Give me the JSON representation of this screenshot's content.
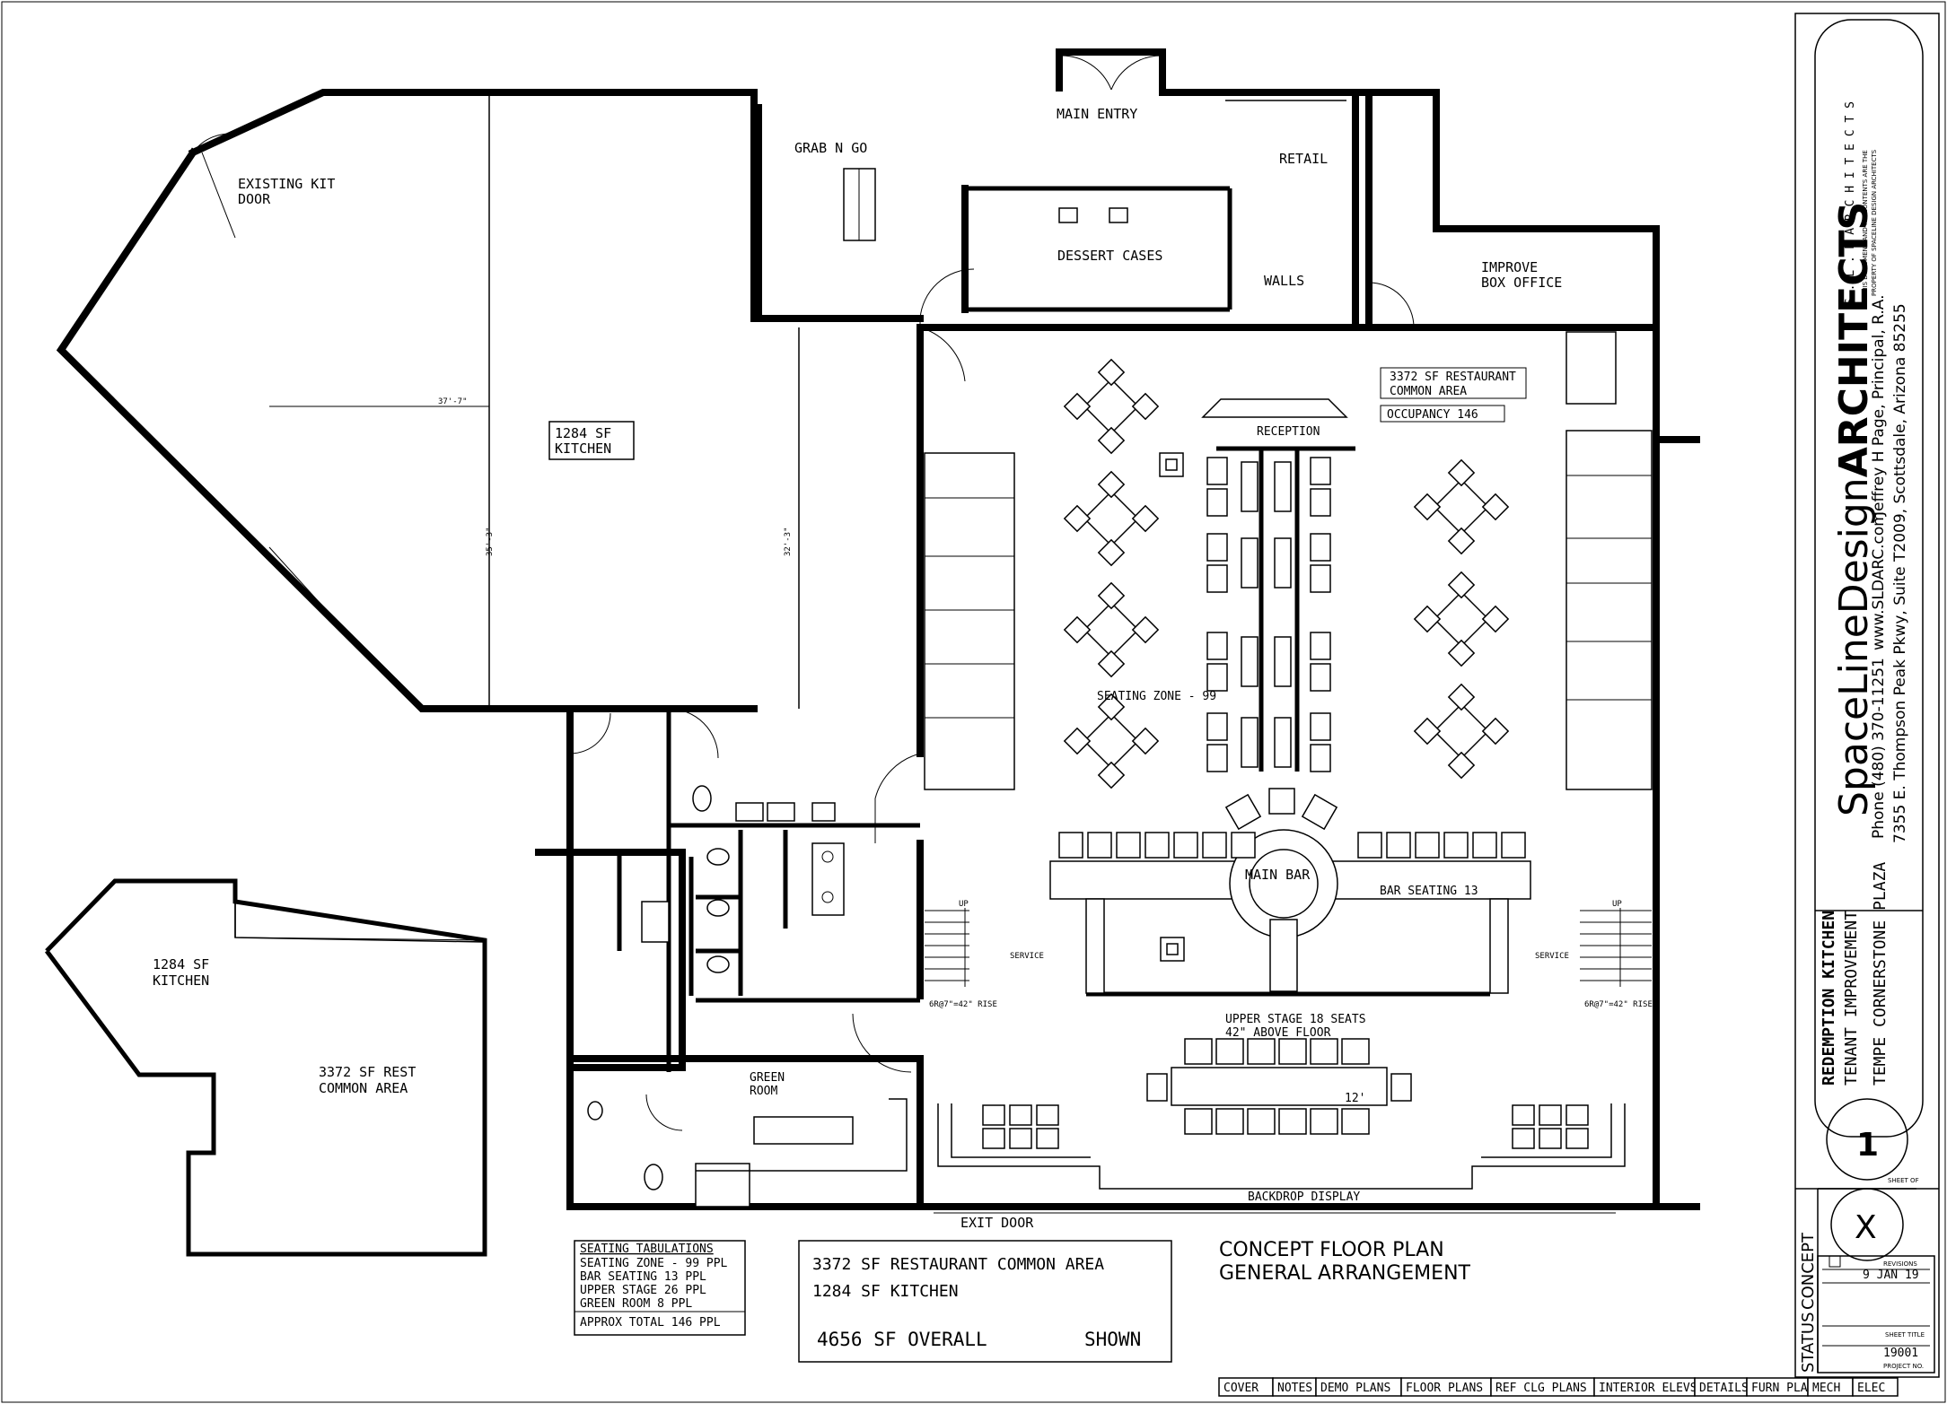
{
  "labels": {
    "main_entry": "MAIN ENTRY",
    "grab_n_go": "GRAB N GO",
    "retail": "RETAIL",
    "dessert_cases": "DESSERT CASES",
    "walls": "WALLS",
    "improve_1": "IMPROVE",
    "improve_2": "BOX OFFICE",
    "existing_kit_1": "EXISTING KIT",
    "existing_kit_2": "DOOR",
    "kitchen_1": "1284 SF",
    "kitchen_2": "KITCHEN",
    "dim_width": "37'-7\"",
    "dim_h1": "35'-3\"",
    "dim_h2": "32'-3\"",
    "rest_area_1": "3372 SF RESTAURANT",
    "rest_area_2": "COMMON AREA",
    "occupancy": "OCCUPANCY  146",
    "reception": "RECEPTION",
    "seating_zone": "SEATING ZONE - 99",
    "main_bar": "MAIN BAR",
    "bar_seating": "BAR SEATING 13",
    "service_left": "SERVICE",
    "service_right": "SERVICE",
    "up_left": "UP",
    "up_right": "UP",
    "riser_left": "6R@7\"=42\" RISE",
    "riser_right": "6R@7\"=42\" RISE",
    "upper_stage_1": "UPPER STAGE 18 SEATS",
    "upper_stage_2": "42\" ABOVE FLOOR",
    "stage_table": "12'",
    "green_room_1": "GREEN",
    "green_room_2": "ROOM",
    "backdrop": "BACKDROP DISPLAY",
    "exit_door": "EXIT DOOR",
    "key_kitchen_1": "1284 SF",
    "key_kitchen_2": "KITCHEN",
    "key_rest_1": "3372 SF REST",
    "key_rest_2": "COMMON AREA"
  },
  "seating_tabulations": {
    "title": "SEATING TABULATIONS",
    "rows": [
      "SEATING ZONE - 99 PPL",
      "BAR SEATING 13 PPL",
      "UPPER STAGE 26 PPL",
      "GREEN ROOM 8 PPL"
    ],
    "total": "APPROX TOTAL 146 PPL"
  },
  "area_summary": {
    "line1": "3372 SF RESTAURANT COMMON AREA",
    "line2": "1284 SF KITCHEN",
    "overall": "4656 SF OVERALL",
    "shown": "SHOWN"
  },
  "plan_title": {
    "line1": "CONCEPT FLOOR PLAN",
    "line2": "GENERAL ARRANGEMENT"
  },
  "title_block": {
    "firm_small": "S . L . D   A R C H I T E C T S",
    "brand_a": "SpaceLineDesign",
    "brand_b": "ARCHITECTS",
    "principal": "Jeffrey H Page, Principal, R.A.",
    "phone": "Phone (480) 370-11251",
    "web": "www.SLDARC.com",
    "address": "7355 E. Thompson Peak Pkwy, Suite T2009, Scottsdale, Arizona 85255",
    "project_name": "REDEMPTION KITCHEN",
    "project_type": "TENANT IMPROVEMENT",
    "project_site": "TEMPE CORNERSTONE PLAZA",
    "sheet_number": "1",
    "sheet_of": "SHEET OF",
    "sheet_total": "X",
    "status_label": "STATUS",
    "status_value": "CONCEPT",
    "revisions_label": "REVISIONS",
    "revision_date": "9 JAN 19",
    "sheet_title_label": "SHEET TITLE",
    "project_no": "19001",
    "project_no_label": "PROJECT NO.",
    "license_text_1": "THIS DOCUMENT AND ITS CONTENTS ARE THE",
    "license_text_2": "PROPERTY OF SPACELINE DESIGN ARCHITECTS"
  },
  "sheet_tabs": [
    "COVER",
    "NOTES",
    "DEMO PLANS",
    "FLOOR PLANS",
    "REF CLG  PLANS",
    "INTERIOR ELEVS",
    "DETAILS",
    "FURN PLAN",
    "MECH",
    "ELEC"
  ]
}
